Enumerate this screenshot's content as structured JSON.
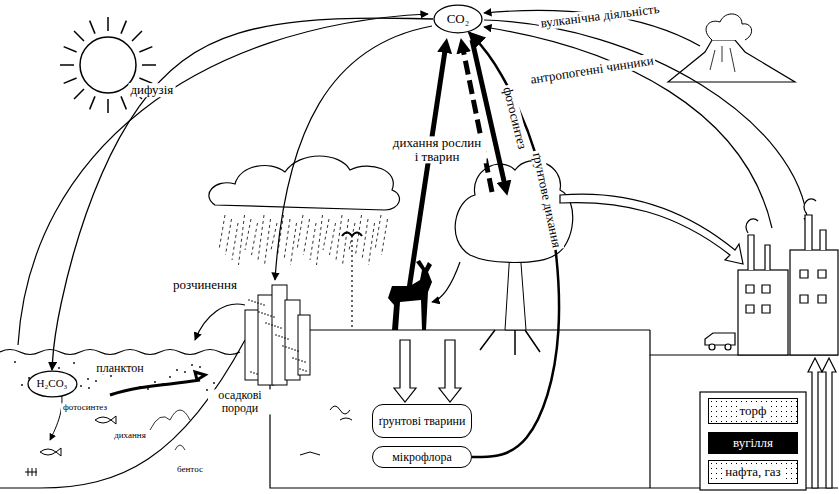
{
  "diagram": {
    "nodes": [
      {
        "text": [
          "CO₂"
        ]
      },
      {
        "text": [
          "H₂CO₃"
        ]
      },
      {
        "text": [
          "ґрунтові тварини"
        ]
      },
      {
        "text": [
          "мікрофлора"
        ]
      },
      {
        "text": [
          "торф"
        ]
      },
      {
        "text": [
          "вугілля"
        ]
      },
      {
        "text": [
          "нафта, газ"
        ]
      }
    ],
    "edges": [
      {
        "from": 0,
        "to": 1,
        "label": "дифузія",
        "arrow": "to"
      },
      {
        "from": 3,
        "to": 0,
        "label": "ґрунтове дихання",
        "arrow": "to"
      }
    ],
    "labels": [
      "вулканічна діяльність",
      "антропогенні чинники",
      "дихання рослин і тварин",
      "фотосинтез",
      "розчинення",
      "планктон",
      "фотосинтез",
      "дихання",
      "бентос",
      "осадкові породи"
    ]
  }
}
